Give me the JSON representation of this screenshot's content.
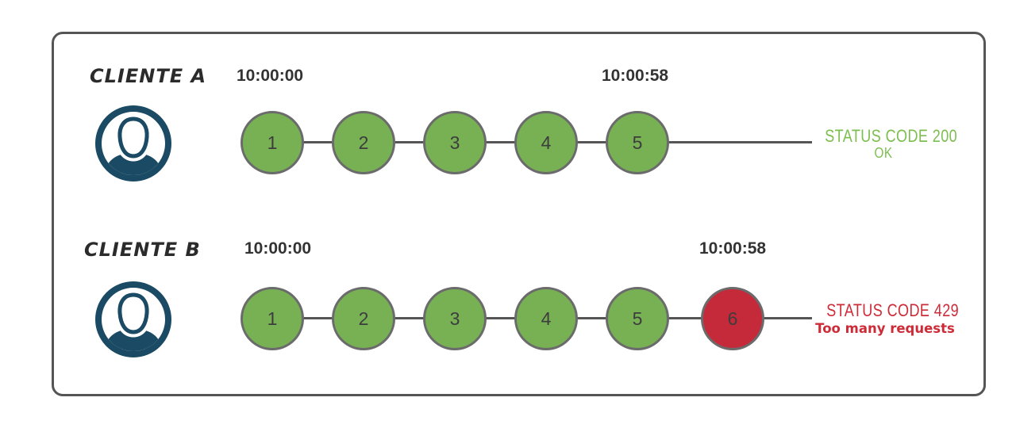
{
  "diagram": {
    "topic": "rate-limiting",
    "frame_border_color": "#555555",
    "background_color": "#ffffff"
  },
  "colors": {
    "request_ok_fill": "#77b154",
    "request_limited_fill": "#c52a3a",
    "circle_border": "#6b6b6b",
    "connector_line": "#555555",
    "status_ok_text": "#7cbe4f",
    "status_error_text": "#ce2b38",
    "avatar_navy": "#1b4a64",
    "label_text": "#2b2b2b",
    "timestamp_text": "#333333"
  },
  "clients": [
    {
      "label": "CLIENTE A",
      "start_time": "10:00:00",
      "end_time": "10:00:58",
      "requests": [
        "1",
        "2",
        "3",
        "4",
        "5"
      ],
      "request_states": [
        "ok",
        "ok",
        "ok",
        "ok",
        "ok"
      ],
      "status_line1": "STATUS CODE 200",
      "status_line2": "OK"
    },
    {
      "label": "CLIENTE B",
      "start_time": "10:00:00",
      "end_time": "10:00:58",
      "requests": [
        "1",
        "2",
        "3",
        "4",
        "5",
        "6"
      ],
      "request_states": [
        "ok",
        "ok",
        "ok",
        "ok",
        "ok",
        "rate-limited"
      ],
      "status_line1": "STATUS CODE 429",
      "status_line2": "Too many requests"
    }
  ]
}
